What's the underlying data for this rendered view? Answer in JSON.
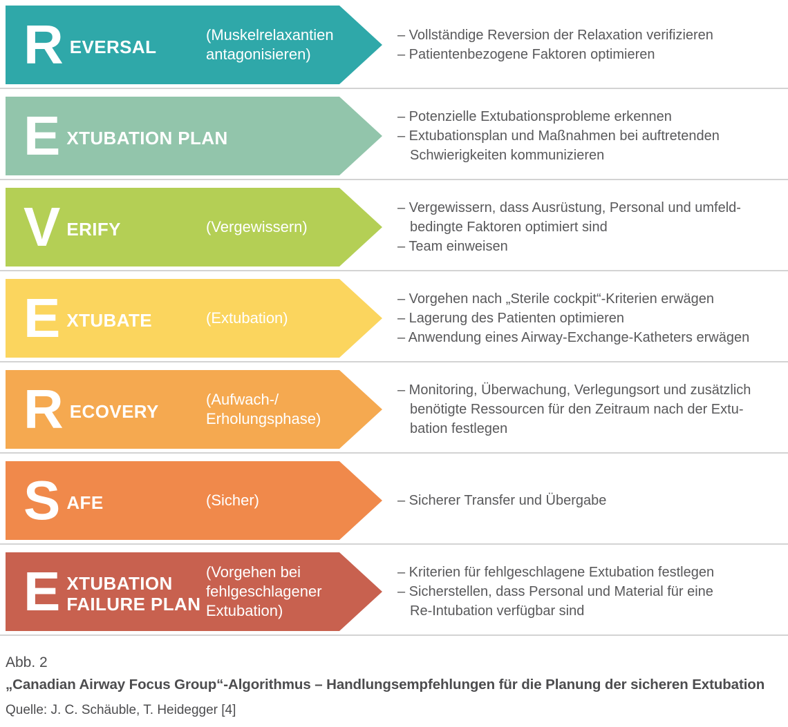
{
  "figure": {
    "rows": [
      {
        "letter": "R",
        "word": "EVERSAL",
        "paren": "(Muskelrelaxantien\nantagonisieren)",
        "color": "#2fa8a9",
        "bullets": [
          "– Vollständige Reversion der Relaxation verifizieren",
          "– Patientenbezogene Faktoren optimieren"
        ]
      },
      {
        "letter": "E",
        "word": "XTUBATION PLAN",
        "paren": "",
        "color": "#92c5ab",
        "bullets": [
          "– Potenzielle Extubationsprobleme erkennen",
          "– Extubationsplan und Maßnahmen bei auftretenden\nSchwierigkeiten kommunizieren"
        ]
      },
      {
        "letter": "V",
        "word": "ERIFY",
        "paren": "(Vergewissern)",
        "color": "#b4cf55",
        "bullets": [
          "– Vergewissern, dass Ausrüstung, Personal und umfeld-\nbedingte Faktoren optimiert sind",
          "– Team einweisen"
        ]
      },
      {
        "letter": "E",
        "word": "XTUBATE",
        "paren": "(Extubation)",
        "color": "#fbd55e",
        "bullets": [
          "– Vorgehen nach „Sterile cockpit“-Kriterien erwägen",
          "– Lagerung des Patienten optimieren",
          "– Anwendung eines Airway-Exchange-Katheters erwägen"
        ]
      },
      {
        "letter": "R",
        "word": "ECOVERY",
        "paren": "(Aufwach-/\nErholungsphase)",
        "color": "#f5a950",
        "bullets": [
          "– Monitoring, Überwachung, Verlegungsort und zusätzlich\nbenötigte Ressourcen für den Zeitraum nach der Extu-\nbation festlegen"
        ]
      },
      {
        "letter": "S",
        "word": "AFE",
        "paren": "(Sicher)",
        "color": "#f0894b",
        "bullets": [
          "– Sicherer Transfer und Übergabe"
        ]
      },
      {
        "letter": "E",
        "word": "XTUBATION\nFAILURE PLAN",
        "paren": "(Vorgehen bei\nfehlgeschlagener\nExtubation)",
        "color": "#c8614f",
        "bullets": [
          "– Kriterien für fehlgeschlagene Extubation festlegen",
          "– Sicherstellen, dass Personal und Material für eine\nRe-Intubation verfügbar sind"
        ]
      }
    ],
    "caption": {
      "label": "Abb. 2",
      "title": "„Canadian Airway Focus Group“-Algorithmus – Handlungsempfehlungen für die Planung der sicheren Extubation",
      "source": "Quelle: J. C. Schäuble, T. Heidegger [4]"
    }
  }
}
